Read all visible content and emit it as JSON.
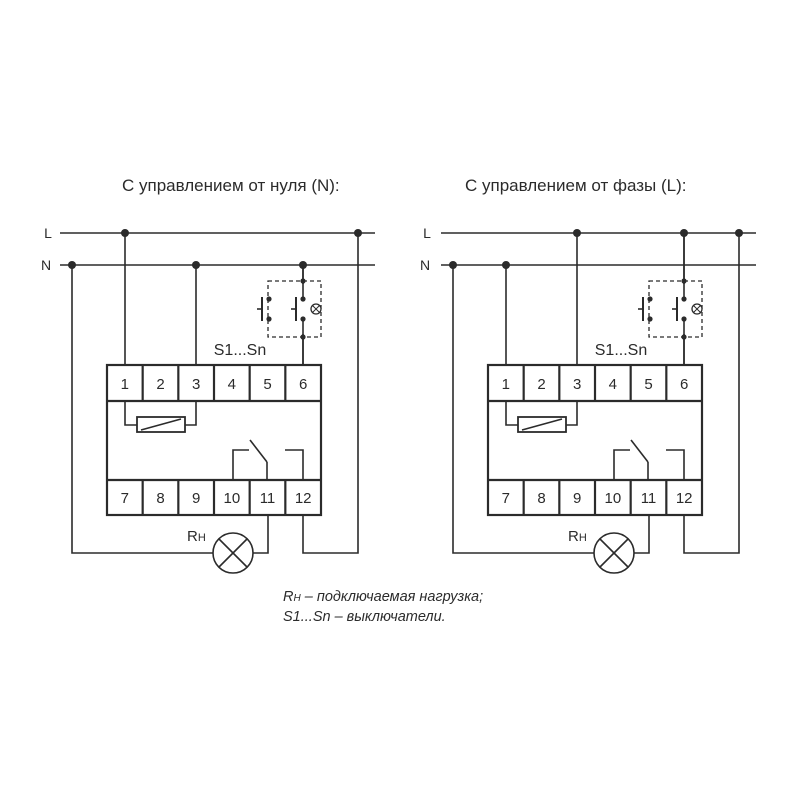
{
  "diagrams": [
    {
      "title": "С управлением от нуля (N):",
      "line_labels": [
        "L",
        "N"
      ],
      "top_terminals": [
        "1",
        "2",
        "3",
        "4",
        "5",
        "6"
      ],
      "bottom_terminals": [
        "7",
        "8",
        "9",
        "10",
        "11",
        "12"
      ],
      "switch_label": "S1...Sn",
      "load_label": "R",
      "load_label_sub": "H",
      "control_from": "N"
    },
    {
      "title": "С управлением от фазы (L):",
      "line_labels": [
        "L",
        "N"
      ],
      "top_terminals": [
        "1",
        "2",
        "3",
        "4",
        "5",
        "6"
      ],
      "bottom_terminals": [
        "7",
        "8",
        "9",
        "10",
        "11",
        "12"
      ],
      "switch_label": "S1...Sn",
      "load_label": "R",
      "load_label_sub": "H",
      "control_from": "L"
    }
  ],
  "legend": {
    "line1_symbol": "R",
    "line1_symbol_sub": "H",
    "line1_text": " – подключаемая нагрузка;",
    "line2_text": "S1...Sn – выключатели."
  },
  "colors": {
    "line": "#2b2b2b",
    "background": "#ffffff"
  }
}
